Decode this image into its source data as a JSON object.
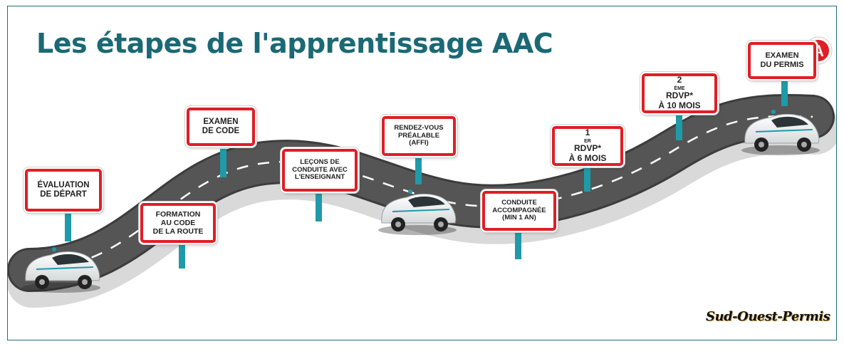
{
  "title": "Les étapes de l'apprentissage AAC",
  "badge_letter": "A",
  "signs": [
    {
      "id": "evaluation",
      "lines": [
        "ÉVALUATION",
        "DE DÉPART"
      ]
    },
    {
      "id": "formation",
      "lines": [
        "FORMATION",
        "AU CODE",
        "DE LA ROUTE"
      ]
    },
    {
      "id": "examen-code",
      "lines": [
        "EXAMEN",
        "DE CODE"
      ]
    },
    {
      "id": "lecons",
      "lines": [
        "LEÇONS DE",
        "CONDUITE AVEC",
        "L'ENSEIGNANT"
      ]
    },
    {
      "id": "rdv-prealable",
      "lines": [
        "RENDEZ-VOUS",
        "PRÉALABLE",
        "(AFFI)"
      ]
    },
    {
      "id": "conduite-accompagnee",
      "lines": [
        "CONDUITE",
        "ACCOMPAGNÉE",
        "(MIN 1 AN)"
      ]
    },
    {
      "id": "rdvp-1",
      "ordinal": "1",
      "ordinal_sup": "ER",
      "lines": [
        "RDVP*",
        "À 6 MOIS"
      ]
    },
    {
      "id": "rdvp-2",
      "ordinal": "2",
      "ordinal_sup": "ÈME",
      "lines": [
        "RDVP*",
        "À 10 MOIS"
      ]
    },
    {
      "id": "examen-permis",
      "lines": [
        "EXAMEN",
        "DU PERMIS"
      ]
    }
  ],
  "logo_text": "Sud-Ouest-Permis",
  "colors": {
    "title": "#1a6975",
    "sign_border": "#e01e26",
    "post": "#1f9aa8",
    "road": "#3c3c3c",
    "frame": "#1f6f78"
  }
}
